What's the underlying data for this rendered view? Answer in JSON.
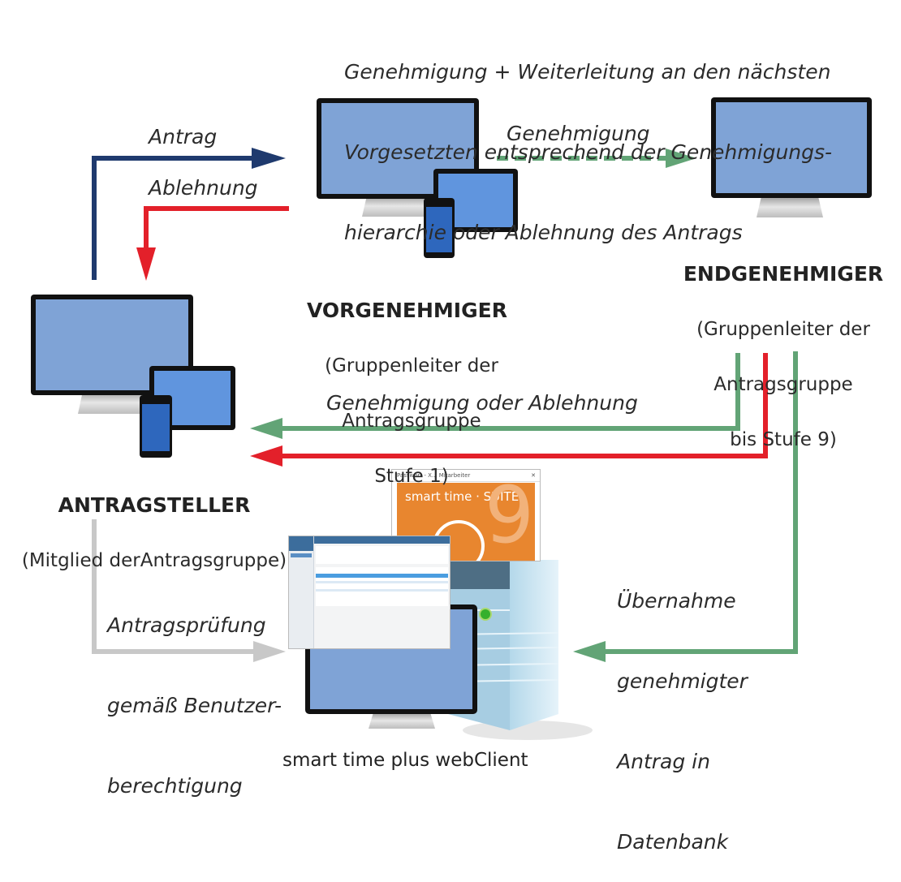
{
  "top_note": {
    "lines": [
      "Genehmigung + Weiterleitung an den nächsten",
      "Vorgesetzten entsprechend der Genehmigungs-",
      "hierarchie oder Ablehnung des Antrags"
    ]
  },
  "arrows": {
    "antrag": "Antrag",
    "ablehnung": "Ablehnung",
    "genehmigung": "Genehmigung",
    "genehmigung_oder_ablehnung": "Genehmigung oder Ablehnung",
    "antragspruefung": [
      "Antragsprüfung",
      "gemäß Benutzer-",
      "berechtigung"
    ],
    "uebernahme": [
      "Übernahme",
      "genehmigter",
      "Antrag in",
      "Datenbank"
    ]
  },
  "actors": {
    "vorgenehmiger": {
      "title": "VORGENEHMIGER",
      "desc": [
        "(Gruppenleiter der",
        "Antragsgruppe",
        "Stufe 1)"
      ]
    },
    "endgenehmiger": {
      "title": "ENDGENEHMIGER",
      "desc": [
        "(Gruppenleiter der",
        "Antragsgruppe",
        "bis Stufe 9)"
      ]
    },
    "antragsteller": {
      "title": "ANTRAGSTELLER",
      "desc": [
        "(Mitglied derAntragsgruppe)"
      ]
    }
  },
  "server": {
    "caption": "smart time plus webClient",
    "splash_window_title": "Passwort - X... Mitarbeiter",
    "splash_brand": "smart time · SUITE",
    "splash_version": "9"
  },
  "colors": {
    "antrag_blue": "#1f3a6e",
    "ablehnung_red": "#e3202a",
    "genehmigung_green": "#62a476",
    "pruefung_gray": "#c8c8c8",
    "screen_blue": "#7fa3d6",
    "tablet_blue": "#6095de",
    "phone_blue": "#2e67bd",
    "splash_orange": "#e8862f"
  }
}
